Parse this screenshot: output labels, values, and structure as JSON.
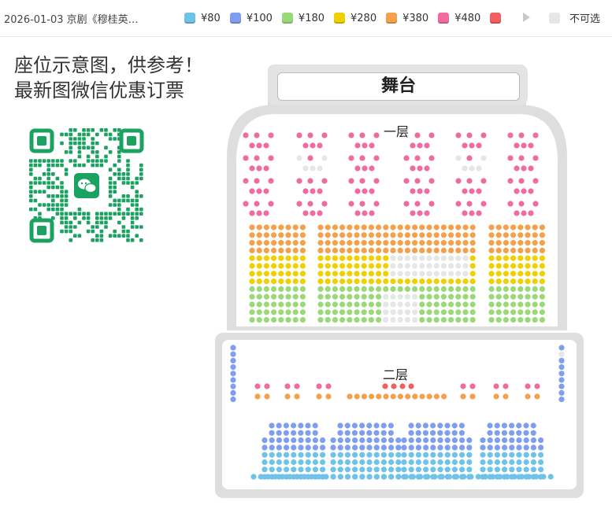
{
  "header": {
    "event_title": "2026-01-03 京剧《穆桂英…",
    "legend": [
      {
        "price": "¥80",
        "color": "#6fc3e8"
      },
      {
        "price": "¥100",
        "color": "#7f9ef0"
      },
      {
        "price": "¥180",
        "color": "#9ad97a"
      },
      {
        "price": "¥280",
        "color": "#f0d000"
      },
      {
        "price": "¥380",
        "color": "#f5a04a"
      },
      {
        "price": "¥480",
        "color": "#f06ba0"
      },
      {
        "price": "",
        "color": "#f06060"
      }
    ],
    "unavailable_label": "不可选",
    "unavailable_color": "#e6e6e6",
    "more_icon": "play-arrow-icon"
  },
  "notice": {
    "line1": "座位示意图，供参考！",
    "line2": "最新图微信优惠订票"
  },
  "qr": {
    "icon": "wechat-icon",
    "color": "#1aa260"
  },
  "stage": {
    "label": "舞台"
  },
  "floors": {
    "first": "一层",
    "second": "二层"
  }
}
